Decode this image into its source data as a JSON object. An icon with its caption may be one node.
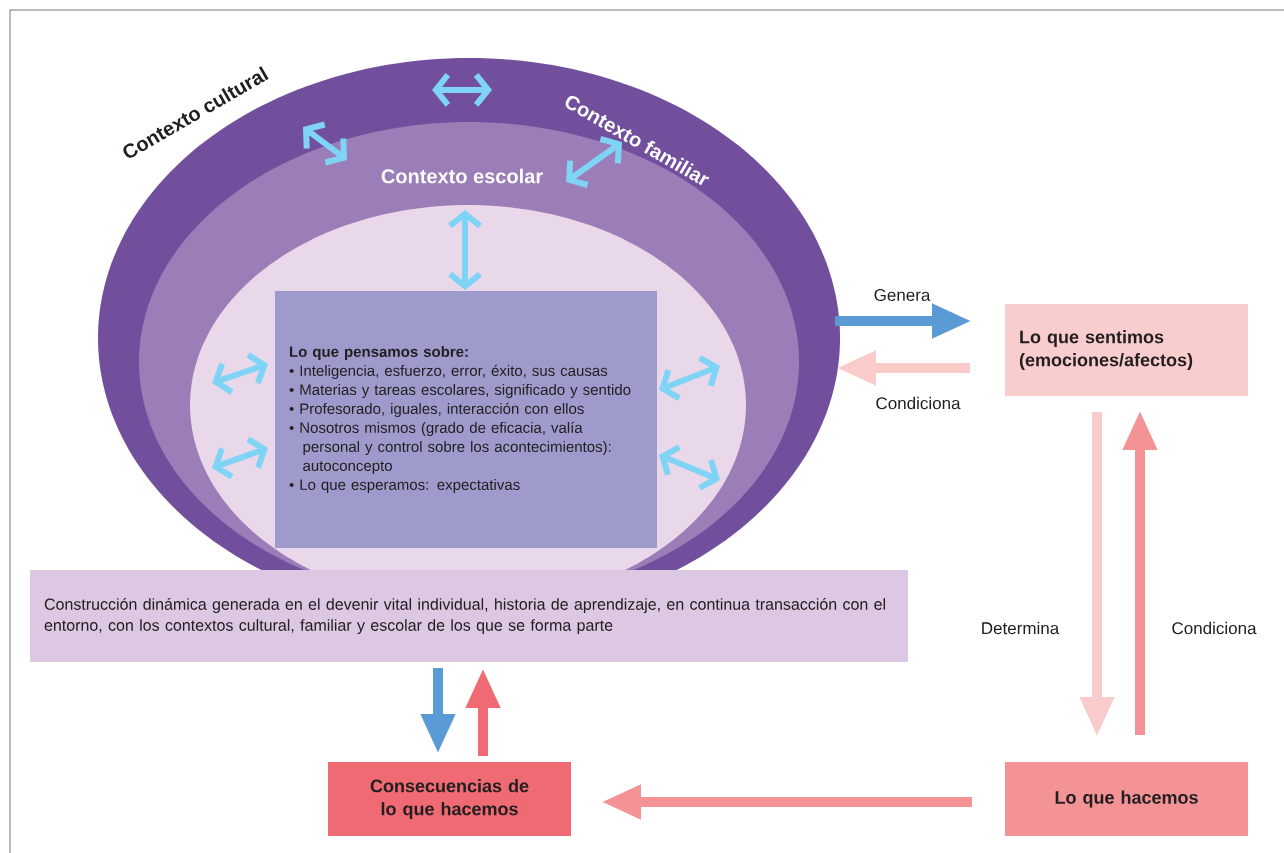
{
  "diagram": {
    "nodes": [
      {
        "text": [
          "Contexto cultural",
          "Contexto familiar"
        ]
      },
      {
        "text": [
          "Contexto escolar"
        ],
        "in": 0
      },
      {
        "text": [],
        "shape": "ellipse",
        "in": 1
      },
      {
        "text": [
          "Lo que pensamos sobre:",
          "• Inteligencia, esfuerzo, error, éxito, sus causas",
          "• Materias y tareas escolares, significado y sentido",
          "• Profesorado, iguales, interacción con ellos",
          "• Nosotros mismos (grado de eficacia, valía personal y control sobre los acontecimientos): autoconcepto",
          "• Lo que esperamos: expectativas"
        ],
        "in": 2
      },
      {
        "text": [
          "Construcción dinámica generada en el devenir vital individual, historia de aprendizaje, en continua transacción con el entorno, con los contextos cultural, familiar y escolar de los que se forma parte"
        ]
      },
      {
        "text": [
          "Lo que sentimos (emociones/afectos)"
        ]
      },
      {
        "text": [
          "Lo que hacemos"
        ]
      },
      {
        "text": [
          "Consecuencias de lo que hacemos"
        ]
      }
    ],
    "edges": [
      {
        "from": 0,
        "to": 1,
        "arrow": "both"
      },
      {
        "from": 0,
        "to": 1,
        "arrow": "both"
      },
      {
        "from": 2,
        "to": 3,
        "arrow": "both"
      },
      {
        "from": 2,
        "to": 3,
        "arrow": "both"
      },
      {
        "from": 2,
        "to": 3,
        "arrow": "both"
      },
      {
        "from": 3,
        "to": 2,
        "arrow": "both"
      },
      {
        "from": 3,
        "to": 2,
        "arrow": "both"
      },
      {
        "from": 0,
        "to": 5,
        "arrow": "to",
        "label": "Genera",
        "color": "#5b9bd5"
      },
      {
        "from": 5,
        "to": 0,
        "arrow": "to",
        "label": "Condiciona",
        "color": "#f9cbcb"
      },
      {
        "from": 5,
        "to": 6,
        "arrow": "to",
        "label": "Determina",
        "color": "#f9cbcb"
      },
      {
        "from": 6,
        "to": 5,
        "arrow": "to",
        "label": "Condiciona",
        "color": "#f39396"
      },
      {
        "from": 6,
        "to": 7,
        "arrow": "to",
        "color": "#f39396"
      },
      {
        "from": 4,
        "to": 7,
        "arrow": "to",
        "color": "#5b9bd5"
      },
      {
        "from": 7,
        "to": 4,
        "arrow": "to",
        "color": "#ef6a72"
      }
    ]
  }
}
